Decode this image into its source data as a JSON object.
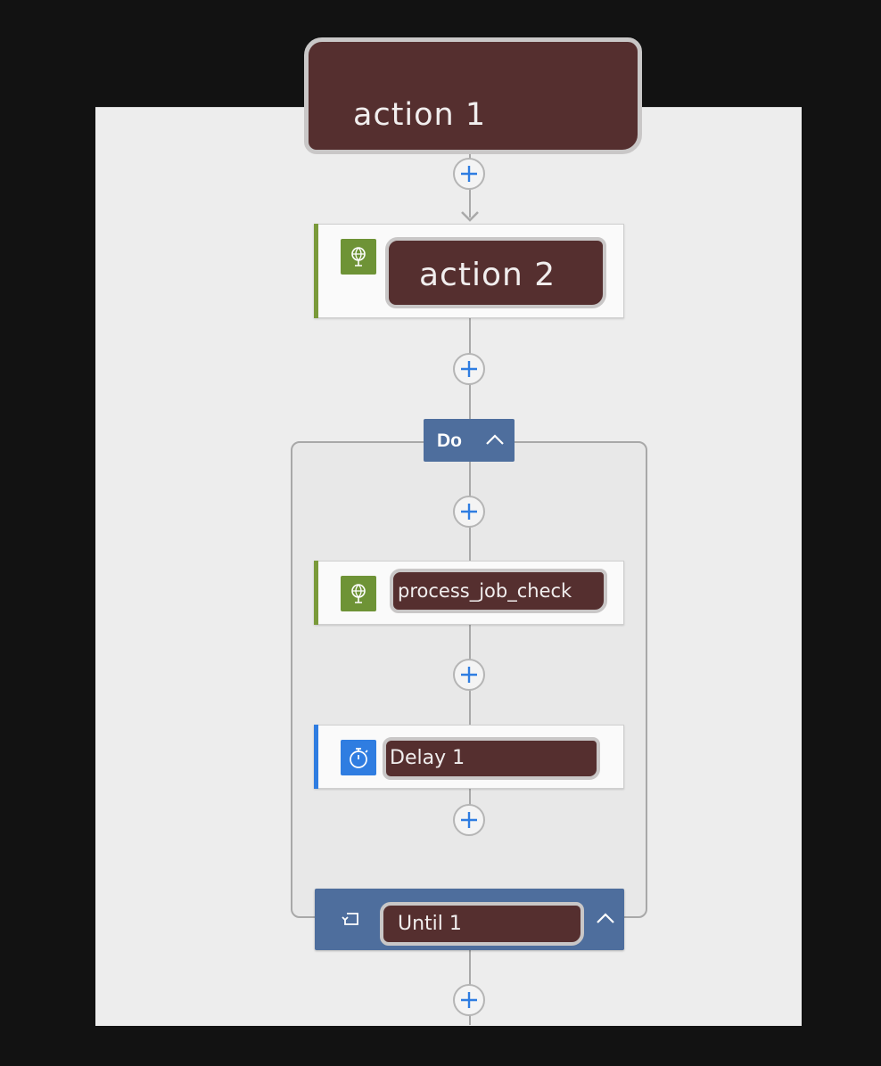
{
  "canvas": {
    "background": "#ededed",
    "frame_background": "#121212"
  },
  "trigger": {
    "label": "action 1"
  },
  "actions": {
    "action_2": {
      "label": "action 2",
      "icon": "globe-http-icon",
      "accent": "#7a9a3a"
    },
    "process_job_check": {
      "label": "process_job_check",
      "icon": "globe-http-icon",
      "accent": "#7a9a3a"
    },
    "delay": {
      "label": "Delay 1",
      "icon": "stopwatch-icon",
      "accent": "#2f7de1"
    }
  },
  "loop": {
    "do_label": "Do",
    "until_label": "Until 1",
    "icon": "loop-icon",
    "color": "#4e6e9d"
  },
  "insert_step": {
    "icon": "plus-icon",
    "color": "#2f7de1"
  }
}
